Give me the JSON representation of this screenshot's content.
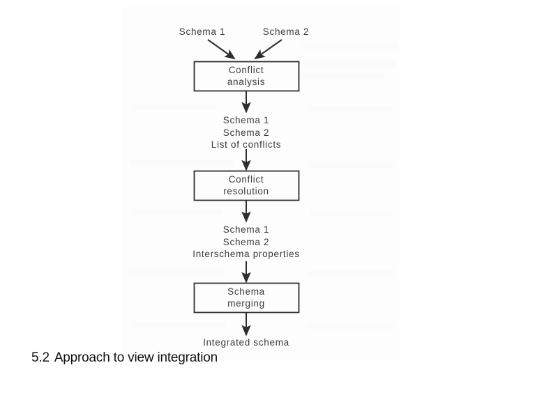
{
  "figure": {
    "caption_number": "5.2",
    "caption_text": "Approach to view integration",
    "inputs": [
      {
        "label": "Schema 1"
      },
      {
        "label": "Schema 2"
      }
    ],
    "boxes": [
      {
        "line1": "Conflict",
        "line2": "analysis"
      },
      {
        "line1": "Conflict",
        "line2": "resolution"
      },
      {
        "line1": "Schema",
        "line2": "merging"
      }
    ],
    "intermediate_1": {
      "line1": "Schema 1",
      "line2": "Schema 2",
      "line3": "List of conflicts"
    },
    "intermediate_2": {
      "line1": "Schema 1",
      "line2": "Schema 2",
      "line3": "Interschema properties"
    },
    "output": {
      "label": "Integrated schema"
    },
    "colors": {
      "ink": "#3a3a3a",
      "caption_ink": "#111111",
      "box_stroke": "#2e2e2e",
      "page_tint": "#fdfdfd",
      "background": "#ffffff"
    }
  }
}
